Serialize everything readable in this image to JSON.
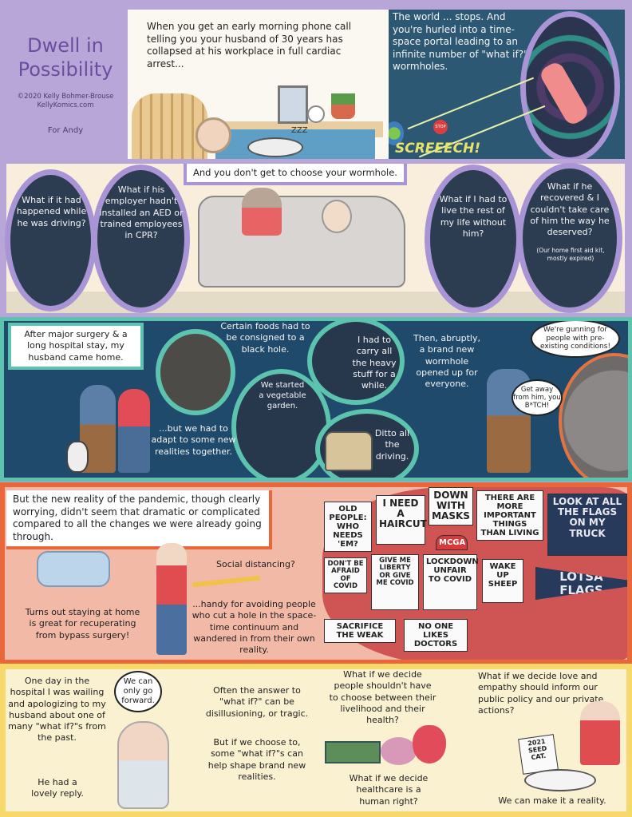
{
  "title": "Dwell in Possibility",
  "credit": "©2020 Kelly Bohmer-Brouse",
  "site": "KellyKomics.com",
  "dedication": "For Andy",
  "row1": {
    "panel1_caption": "When you get an early morning phone call telling you your husband of 30 years has collapsed at his workplace in full cardiac arrest...",
    "snore": "ZZZ",
    "panel2_caption": "The world ... stops. And you're hurled into a time-space portal leading to an infinite number of \"what if?\" wormholes.",
    "stop_sign": "STOP",
    "sfx": "SCREEECH!"
  },
  "row2": {
    "caption": "And you don't get to choose your wormhole.",
    "bubbles": [
      "What if it had happened while he was driving?",
      "What if his employer hadn't installed an AED or trained employees in CPR?",
      "What if I had to live the rest of my life without him?",
      "What if he recovered & I couldn't take care of him the way he deserved?"
    ],
    "note": "(Our home first aid kit, mostly expired)"
  },
  "row3": {
    "caption": "After major surgery & a long hospital stay, my husband came home.",
    "foods": "Certain foods had to be consigned to a black hole.",
    "carry": "I had to carry all the heavy stuff for a while.",
    "garden": "We started a vegetable garden.",
    "driving": "Ditto all the driving.",
    "adapt": "...but we had to adapt to some new realities together.",
    "wormhole": "Then, abruptly, a brand new wormhole opened up for everyone.",
    "speech_virus": "We're gunning for people with pre-existing conditions!",
    "speech_wife": "Get away from him, you B*TCH!"
  },
  "row4": {
    "caption": "But the new reality of the pandemic, though clearly worrying, didn't seem that dramatic or complicated compared to all the changes we were already going through.",
    "home": "Turns out staying at home is great for recuperating from bypass surgery!",
    "distancing": "Social distancing?",
    "handy": "...handy for avoiding people who cut a hole in the space-time continuum and wandered in from their own reality.",
    "signs": {
      "old_people": "OLD PEOPLE: WHO NEEDS 'EM?",
      "haircut": "I NEED A HAIRCUT",
      "masks": "DOWN WITH MASKS",
      "important": "THERE ARE MORE IMPORTANT THINGS THAN LIVING",
      "flags_truck": "LOOK AT ALL THE FLAGS ON MY TRUCK",
      "lotsa": "LOTSA FLAGS",
      "hat": "MCGA",
      "afraid": "DON'T BE AFRAID OF COVID",
      "liberty": "GIVE ME LIBERTY OR GIVE ME COVID",
      "lockdown": "LOCKDOWN UNFAIR TO COVID",
      "sheep": "WAKE UP SHEEP",
      "sacrifice": "SACRIFICE THE WEAK",
      "doctors": "NO ONE LIKES DOCTORS"
    }
  },
  "row5": {
    "hospital": "One day in the hospital I was wailing and apologizing to my husband about one of many \"what if?\"s from the past.",
    "reply_intro": "He had a lovely reply.",
    "speech": "We can only go forward.",
    "answer": "Often the answer to \"what if?\" can be disillusioning, or tragic.",
    "choose": "But if we choose to, some \"what if?\"s can help shape brand new realities.",
    "livelihood": "What if we decide people shouldn't have to choose between their livelihood and their health?",
    "healthcare": "What if we decide healthcare is a human right?",
    "love": "What if we decide love and empathy should inform our public policy and our private actions?",
    "seed_book": "2021 SEED CAT.",
    "closing": "We can make it a reality."
  },
  "colors": {
    "lavender": "#b9a6d9",
    "navy": "#1f4a6b",
    "teal": "#5cc3ae",
    "orange": "#e8683b",
    "salmon": "#f2b9a6",
    "yellow": "#f6d86b",
    "cream": "#faf1d0"
  }
}
